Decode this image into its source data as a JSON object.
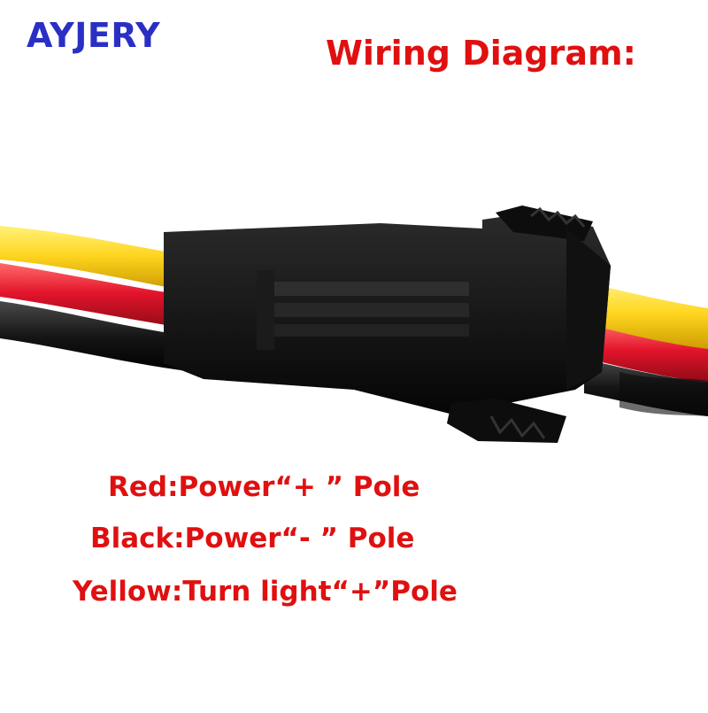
{
  "brand": "AYJERY",
  "heading": "Wiring Diagram:",
  "legend": [
    {
      "text": "Red:Power“+ ” Pole",
      "wire_color": "#e21b2a"
    },
    {
      "text": "Black:Power“- ” Pole",
      "wire_color": "#111111"
    },
    {
      "text": "Yellow:Turn light“+”Pole",
      "wire_color": "#ffd21a"
    }
  ],
  "colors": {
    "brand": "#2a2fc4",
    "heading": "#e01010",
    "labels": "#e01010",
    "connector": "#141414"
  }
}
